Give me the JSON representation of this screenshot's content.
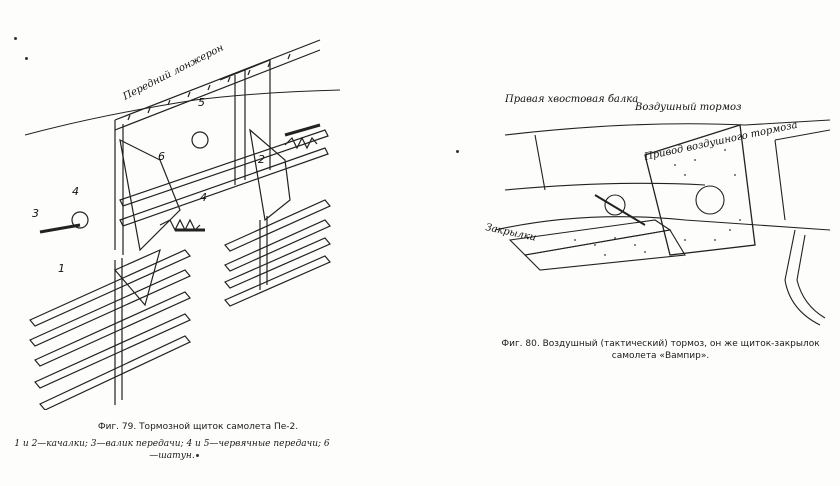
{
  "left_figure": {
    "labels": {
      "front_spar": "Передний лонжерон",
      "n1": "1",
      "n2": "2",
      "n3": "3",
      "n4a": "4",
      "n4b": "4",
      "n5": "5",
      "n6": "6"
    },
    "caption_title": "Фиг. 79. Тормозной щиток самолета Пе-2.",
    "caption_legend": "1 и 2—качалки; 3—валик передачи; 4 и 5—червячные передачи; 6—шатун."
  },
  "right_figure": {
    "labels": {
      "right_tail_boom": "Правая хвостовая балка",
      "air_brake": "Воздушный тормоз",
      "air_brake_drive": "Привод воздушного тормоза",
      "flaps": "Закрылки"
    },
    "caption": "Фиг. 80. Воздушный (тактический) тормоз, он же щиток-закрылок самолета «Вампир»."
  }
}
